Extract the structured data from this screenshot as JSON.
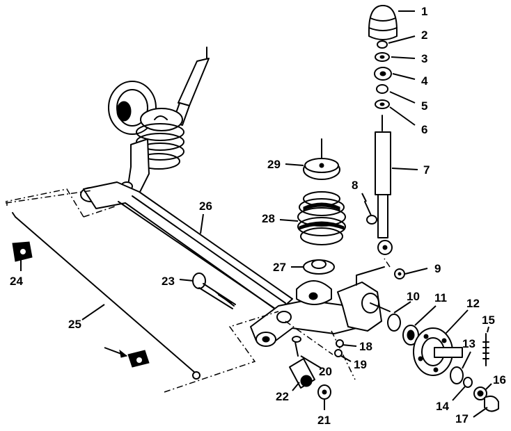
{
  "callouts": [
    {
      "num": "1"
    },
    {
      "num": "2"
    },
    {
      "num": "3"
    },
    {
      "num": "4"
    },
    {
      "num": "5"
    },
    {
      "num": "6"
    },
    {
      "num": "7"
    },
    {
      "num": "8"
    },
    {
      "num": "9"
    },
    {
      "num": "10"
    },
    {
      "num": "11"
    },
    {
      "num": "12"
    },
    {
      "num": "13"
    },
    {
      "num": "14"
    },
    {
      "num": "15"
    },
    {
      "num": "16"
    },
    {
      "num": "17"
    },
    {
      "num": "18"
    },
    {
      "num": "19"
    },
    {
      "num": "20"
    },
    {
      "num": "21"
    },
    {
      "num": "22"
    },
    {
      "num": "23"
    },
    {
      "num": "24"
    },
    {
      "num": "25"
    },
    {
      "num": "26"
    },
    {
      "num": "27"
    },
    {
      "num": "28"
    },
    {
      "num": "29"
    }
  ]
}
